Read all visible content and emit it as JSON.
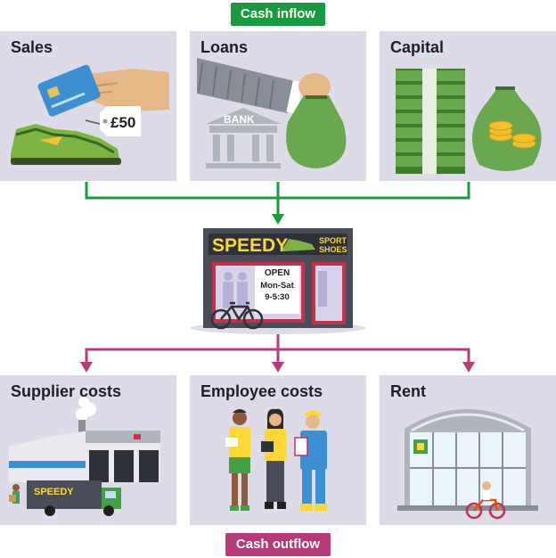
{
  "inflow": {
    "label": "Cash inflow",
    "color": "#1a9a3e",
    "items": [
      {
        "label": "Sales",
        "icon": "card-payment-shoe-icon",
        "price_tag": "£50"
      },
      {
        "label": "Loans",
        "icon": "bank-loan-bag-icon",
        "bank_sign": "BANK"
      },
      {
        "label": "Capital",
        "icon": "cash-stack-money-bag-icon"
      }
    ]
  },
  "shop": {
    "icon": "shop-front-icon",
    "name": "SPEEDY",
    "tagline_line1": "SPORT",
    "tagline_line2": "SHOES",
    "sign_open": "OPEN",
    "sign_days": "Mon-Sat",
    "sign_hours": "9-5:30"
  },
  "outflow": {
    "label": "Cash outflow",
    "color": "#b73b78",
    "items": [
      {
        "label": "Supplier costs",
        "icon": "factory-truck-icon",
        "truck_text": "SPEEDY"
      },
      {
        "label": "Employee costs",
        "icon": "staff-group-icon"
      },
      {
        "label": "Rent",
        "icon": "building-rent-icon"
      }
    ]
  }
}
